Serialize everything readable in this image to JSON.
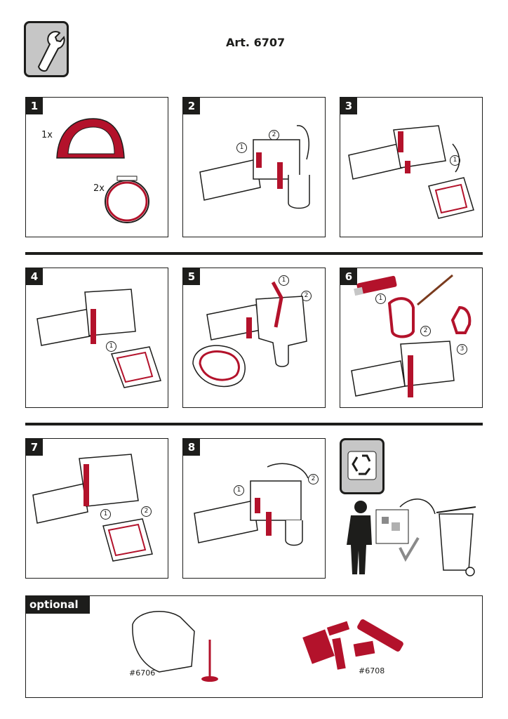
{
  "header": {
    "title": "Art. 6707",
    "icon": "wrench-icon"
  },
  "steps": [
    {
      "number": "1",
      "labels": [
        "1x",
        "2x"
      ]
    },
    {
      "number": "2",
      "labels": [
        "1",
        "2"
      ]
    },
    {
      "number": "3",
      "labels": [
        "1"
      ]
    },
    {
      "number": "4",
      "labels": [
        "1"
      ]
    },
    {
      "number": "5",
      "labels": [
        "1",
        "2"
      ]
    },
    {
      "number": "6",
      "labels": [
        "1",
        "2",
        "3"
      ]
    },
    {
      "number": "7",
      "labels": [
        "1",
        "2"
      ]
    },
    {
      "number": "8",
      "labels": [
        "1",
        "2"
      ]
    }
  ],
  "recycle": {
    "icon": "recycle-icon"
  },
  "optional": {
    "label": "optional +",
    "items": [
      {
        "article": "#6706"
      },
      {
        "article": "#6708"
      }
    ]
  },
  "colors": {
    "accent_red": "#b3122b",
    "dark": "#1d1d1b",
    "grey": "#c6c6c6"
  }
}
